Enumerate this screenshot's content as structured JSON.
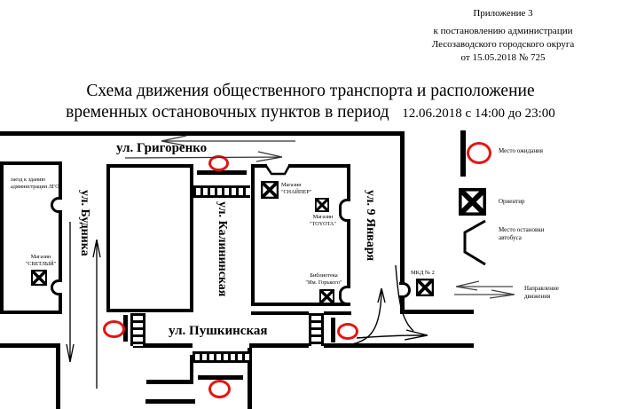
{
  "annotation": {
    "line1": "Приложение 3",
    "line2": "к постановлению администрации",
    "line3": "Лесозаводского городского округа",
    "line4": "от 15.05.2018  № 725"
  },
  "title": {
    "line1": "Схема движения общественного транспорта и расположение",
    "line2": "временных  остановочных пунктов  в период",
    "period": "12.06.2018 с 14:00 до 23:00"
  },
  "map": {
    "streets": {
      "grigorenko": "ул. Григоренко",
      "budnika": "ул. Будника",
      "kalininskaya": "ул. Калининская",
      "pushkinskaya": "ул. Пушкинская",
      "january9": "ул. 9 Января"
    },
    "places": {
      "admin": "заезд к зданию\nадминистрации ЛГО",
      "svetly": "Магазин\n\"СВЕТЛЫЙ\"",
      "sniper": "Магазин\n\"СНАЙПЕР\"",
      "toyota": "Магазин\n\"TOYOTA\"",
      "library": "Библиотека\n\"Им. Горького\"",
      "mkd": "МКД № 2"
    }
  },
  "legend": {
    "waiting": "Место ожидания",
    "landmark": "Ориентир",
    "bus_stop": "Место остановки\nавтобуса",
    "direction": "Направление\nдвижения"
  },
  "colors": {
    "stop_marker": "#e21414",
    "ink": "#000000"
  }
}
